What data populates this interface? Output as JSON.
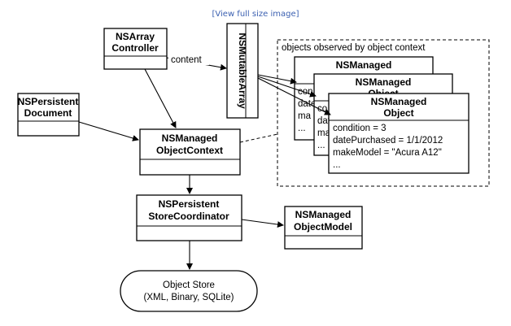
{
  "header": {
    "view_link": "View full size image"
  },
  "diagram": {
    "array_controller": [
      "NSArray",
      "Controller"
    ],
    "mutable_array": "NSMutableArray",
    "persistent_document": [
      "NSPersistent",
      "Document"
    ],
    "object_context": [
      "NSManaged",
      "ObjectContext"
    ],
    "store_coordinator": [
      "NSPersistent",
      "StoreCoordinator"
    ],
    "object_model": [
      "NSManaged",
      "ObjectModel"
    ],
    "object_store": [
      "Object Store",
      "(XML, Binary, SQLite)"
    ],
    "content_label": "content",
    "observed_label": "objects observed by object context",
    "managed_object": [
      "NSManaged",
      "Object"
    ],
    "attributes": [
      "condition = 3",
      "datePurchased = 1/1/2012",
      "makeModel = \"Acura A12\"",
      "..."
    ],
    "back_fragments": {
      "card1": [
        "con",
        "date",
        "ma",
        "..."
      ],
      "card2": [
        "co",
        "dat",
        "ma",
        "..."
      ]
    }
  }
}
